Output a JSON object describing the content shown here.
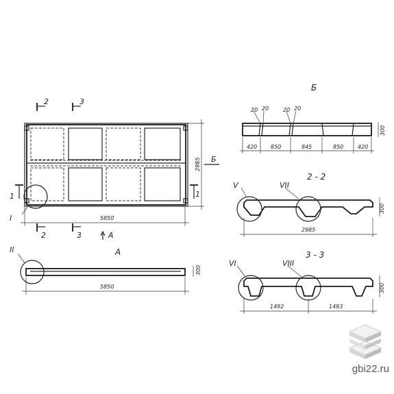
{
  "plan": {
    "length": "5850",
    "width": "2985",
    "section_marks": {
      "s2": "2",
      "s3": "3",
      "s1": "1",
      "view_a": "А",
      "view_b": "Б"
    },
    "node_I": "I"
  },
  "side_view_a": {
    "title": "А",
    "length": "5850",
    "height": "300",
    "node": "II"
  },
  "view_b": {
    "title": "Б",
    "dims": [
      "420",
      "850",
      "845",
      "850",
      "420"
    ],
    "rib_dims": [
      "20",
      "20",
      "20",
      "20"
    ],
    "height": "300"
  },
  "section_2_2": {
    "title": "2 - 2",
    "width": "2985",
    "height": "300",
    "nodes": [
      "V",
      "VII"
    ]
  },
  "section_3_3": {
    "title": "3 - 3",
    "dims": [
      "1492",
      "1493"
    ],
    "height": "300",
    "nodes": [
      "VI",
      "VIII"
    ]
  },
  "watermark": {
    "text": "gbi22.ru"
  }
}
